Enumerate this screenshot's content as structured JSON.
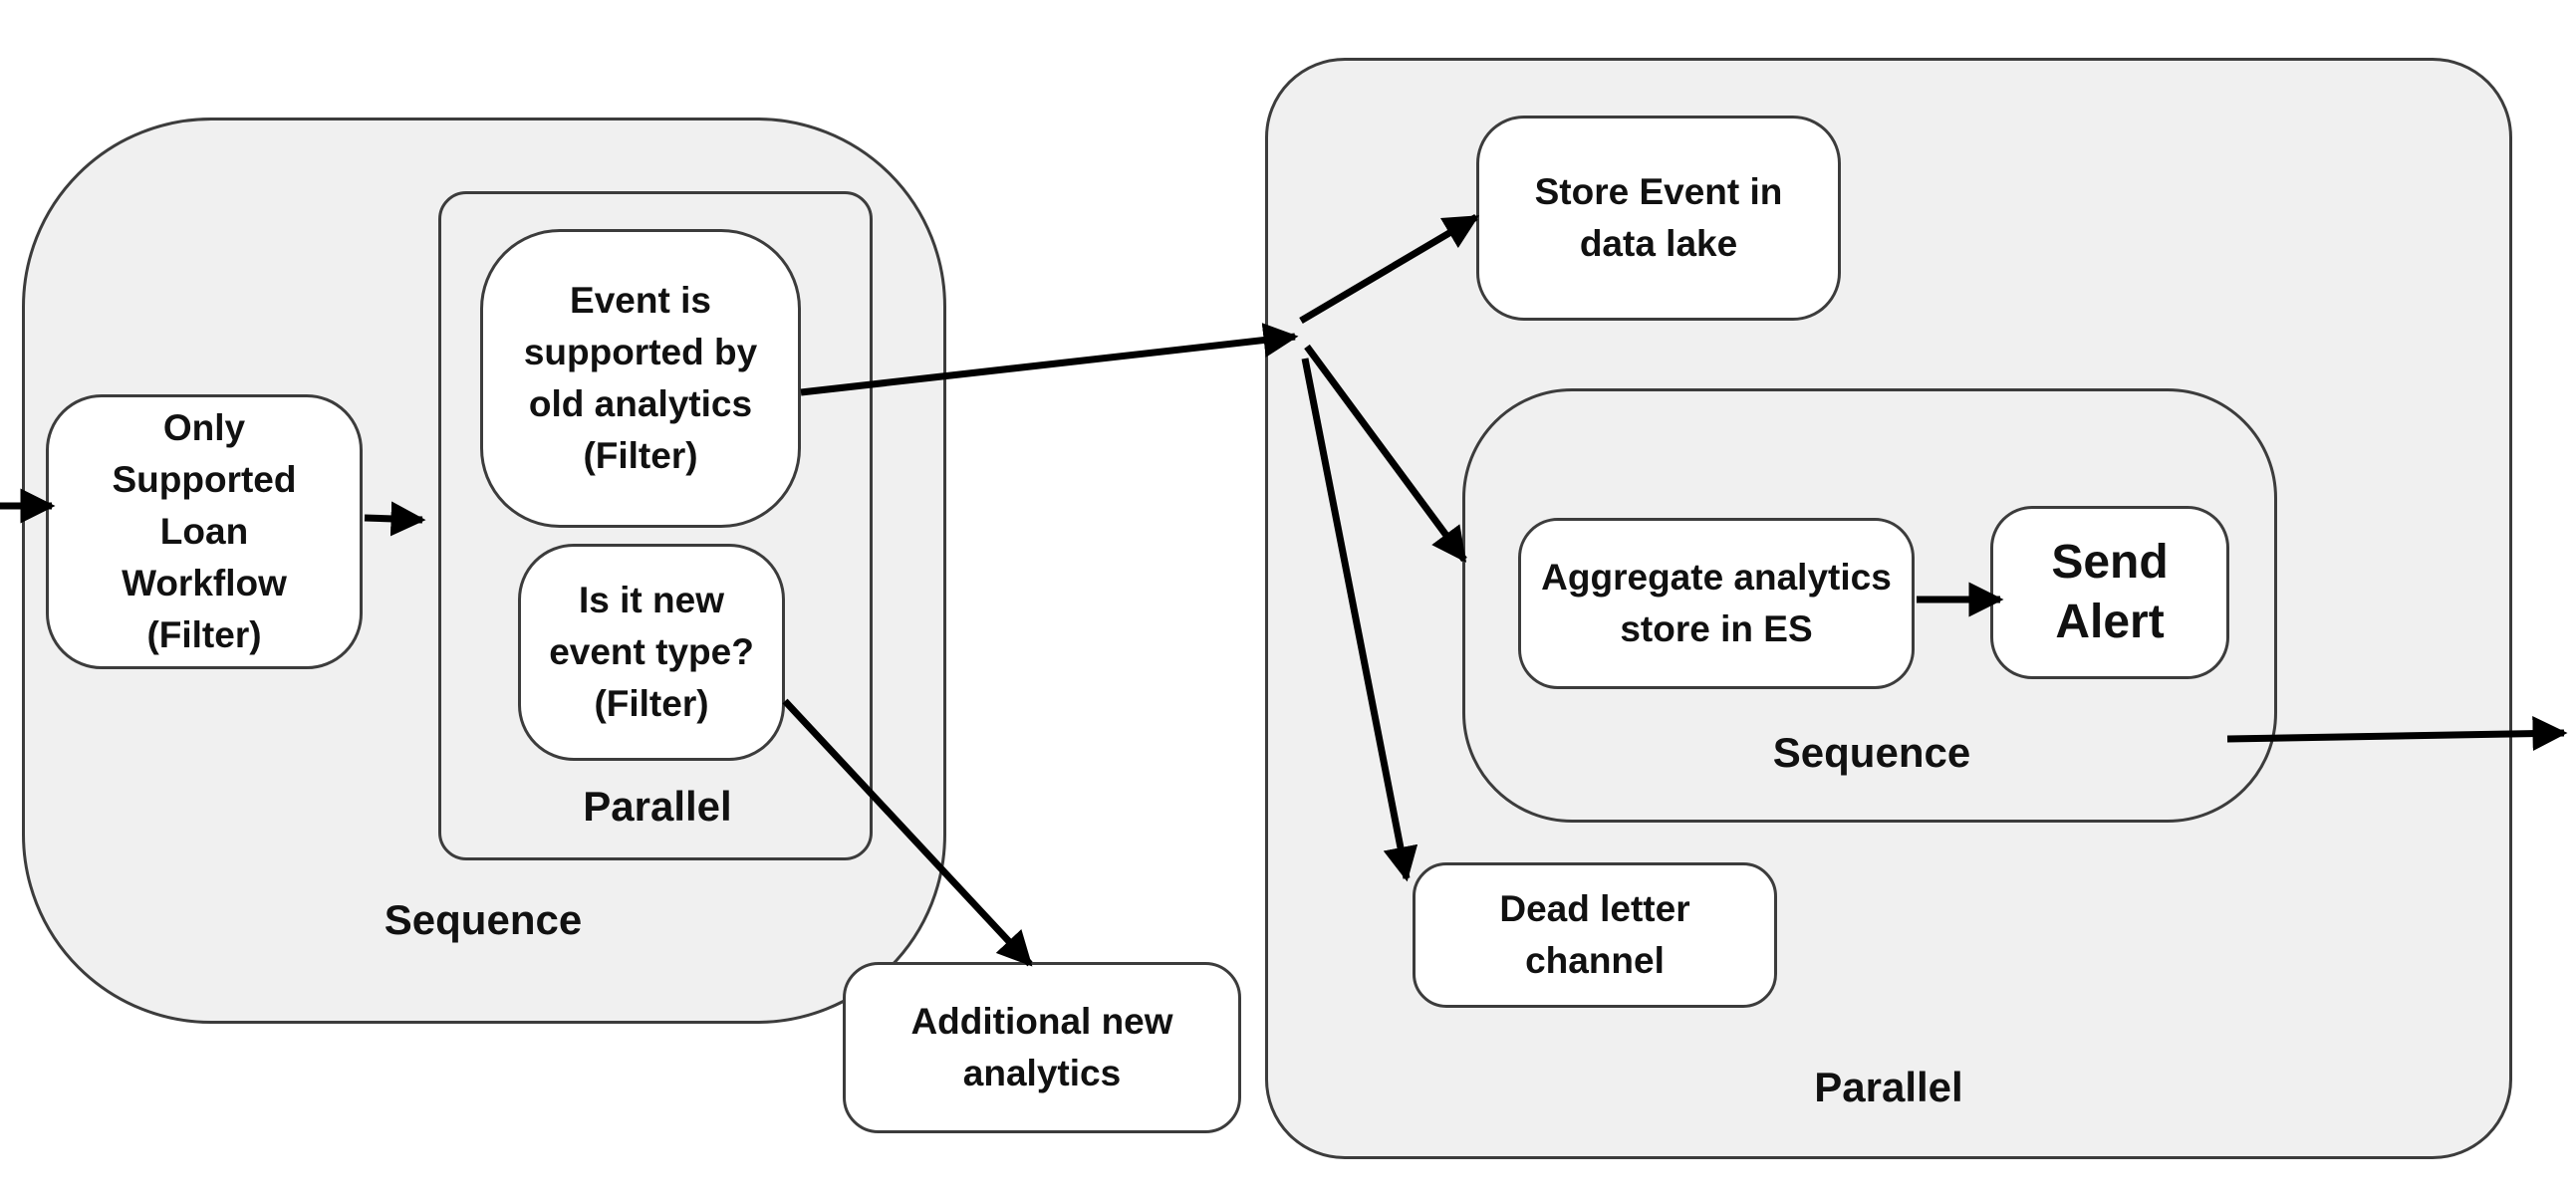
{
  "left_sequence": {
    "label": "Sequence",
    "filter_node": "Only\nSupported\nLoan\nWorkflow\n(Filter)",
    "parallel": {
      "label": "Parallel",
      "old_analytics_node": "Event is\nsupported by\nold analytics\n(Filter)",
      "new_event_node": "Is it new\nevent type?\n(Filter)"
    }
  },
  "additional_analytics_node": "Additional new\nanalytics",
  "right_parallel": {
    "label": "Parallel",
    "store_node": "Store  Event in\ndata lake",
    "sequence": {
      "label": "Sequence",
      "aggregate_node": "Aggregate analytics\nstore in ES",
      "alert_node": "Send\nAlert"
    },
    "dead_letter_node": "Dead letter\nchannel"
  }
}
